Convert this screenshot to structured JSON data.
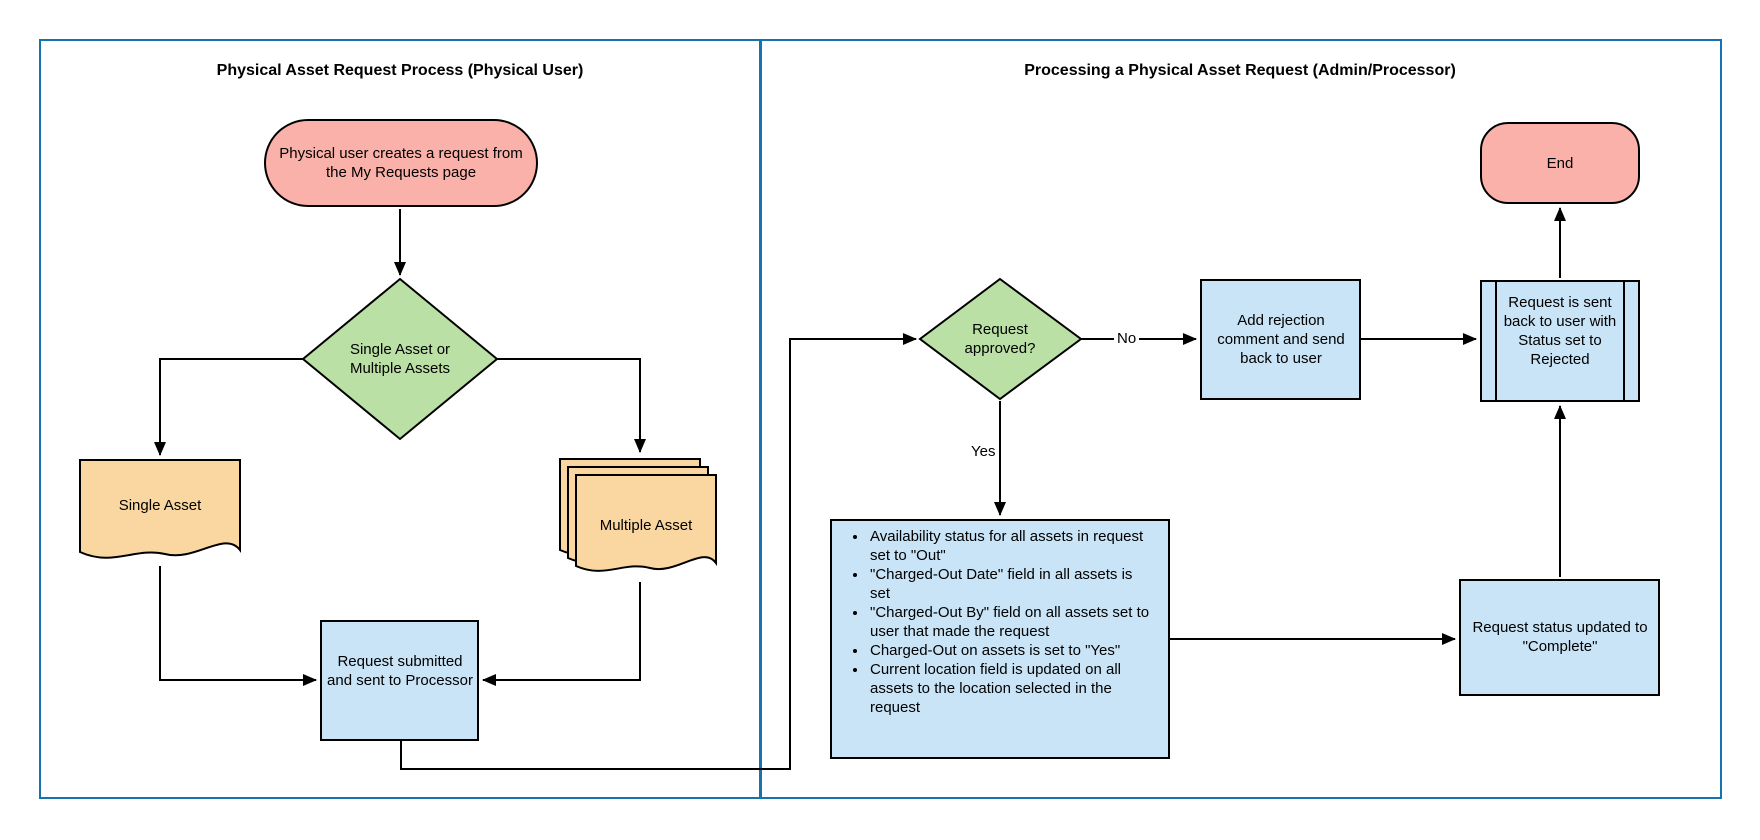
{
  "lanes": [
    {
      "title": "Physical Asset Request Process (Physical User)"
    },
    {
      "title": "Processing a Physical Asset Request (Admin/Processor)"
    }
  ],
  "colors": {
    "lane_border": "#1773b0",
    "terminator_fill": "#f9b1a9",
    "decision_fill": "#bbe0a5",
    "document_fill": "#fad7a0",
    "process_fill": "#c9e4f6",
    "line": "#000000"
  },
  "nodes": {
    "start": {
      "label": "Physical user creates a request from the My Requests page"
    },
    "decision_asset": {
      "label": "Single Asset or Multiple Assets"
    },
    "single_asset": {
      "label": "Single Asset"
    },
    "multiple_asset": {
      "label": "Multiple Asset"
    },
    "request_submitted": {
      "label": "Request submitted and sent to Processor"
    },
    "decision_approved": {
      "label": "Request approved?"
    },
    "add_rejection": {
      "label": "Add rejection comment and send back to user"
    },
    "sent_back": {
      "label": "Request is sent back to user with Status set to Rejected"
    },
    "end": {
      "label": "End"
    },
    "approved_actions": {
      "bullets": [
        "Availability status for all assets in request set to \"Out\"",
        "\"Charged-Out Date\" field in all assets is set",
        "\"Charged-Out By\" field on all assets set to user that made the request",
        "Charged-Out on assets is set to \"Yes\"",
        "Current location field is updated on all assets to the location selected in the request"
      ]
    },
    "status_complete": {
      "label": "Request status updated to \"Complete\""
    }
  },
  "edge_labels": {
    "no": "No",
    "yes": "Yes"
  }
}
